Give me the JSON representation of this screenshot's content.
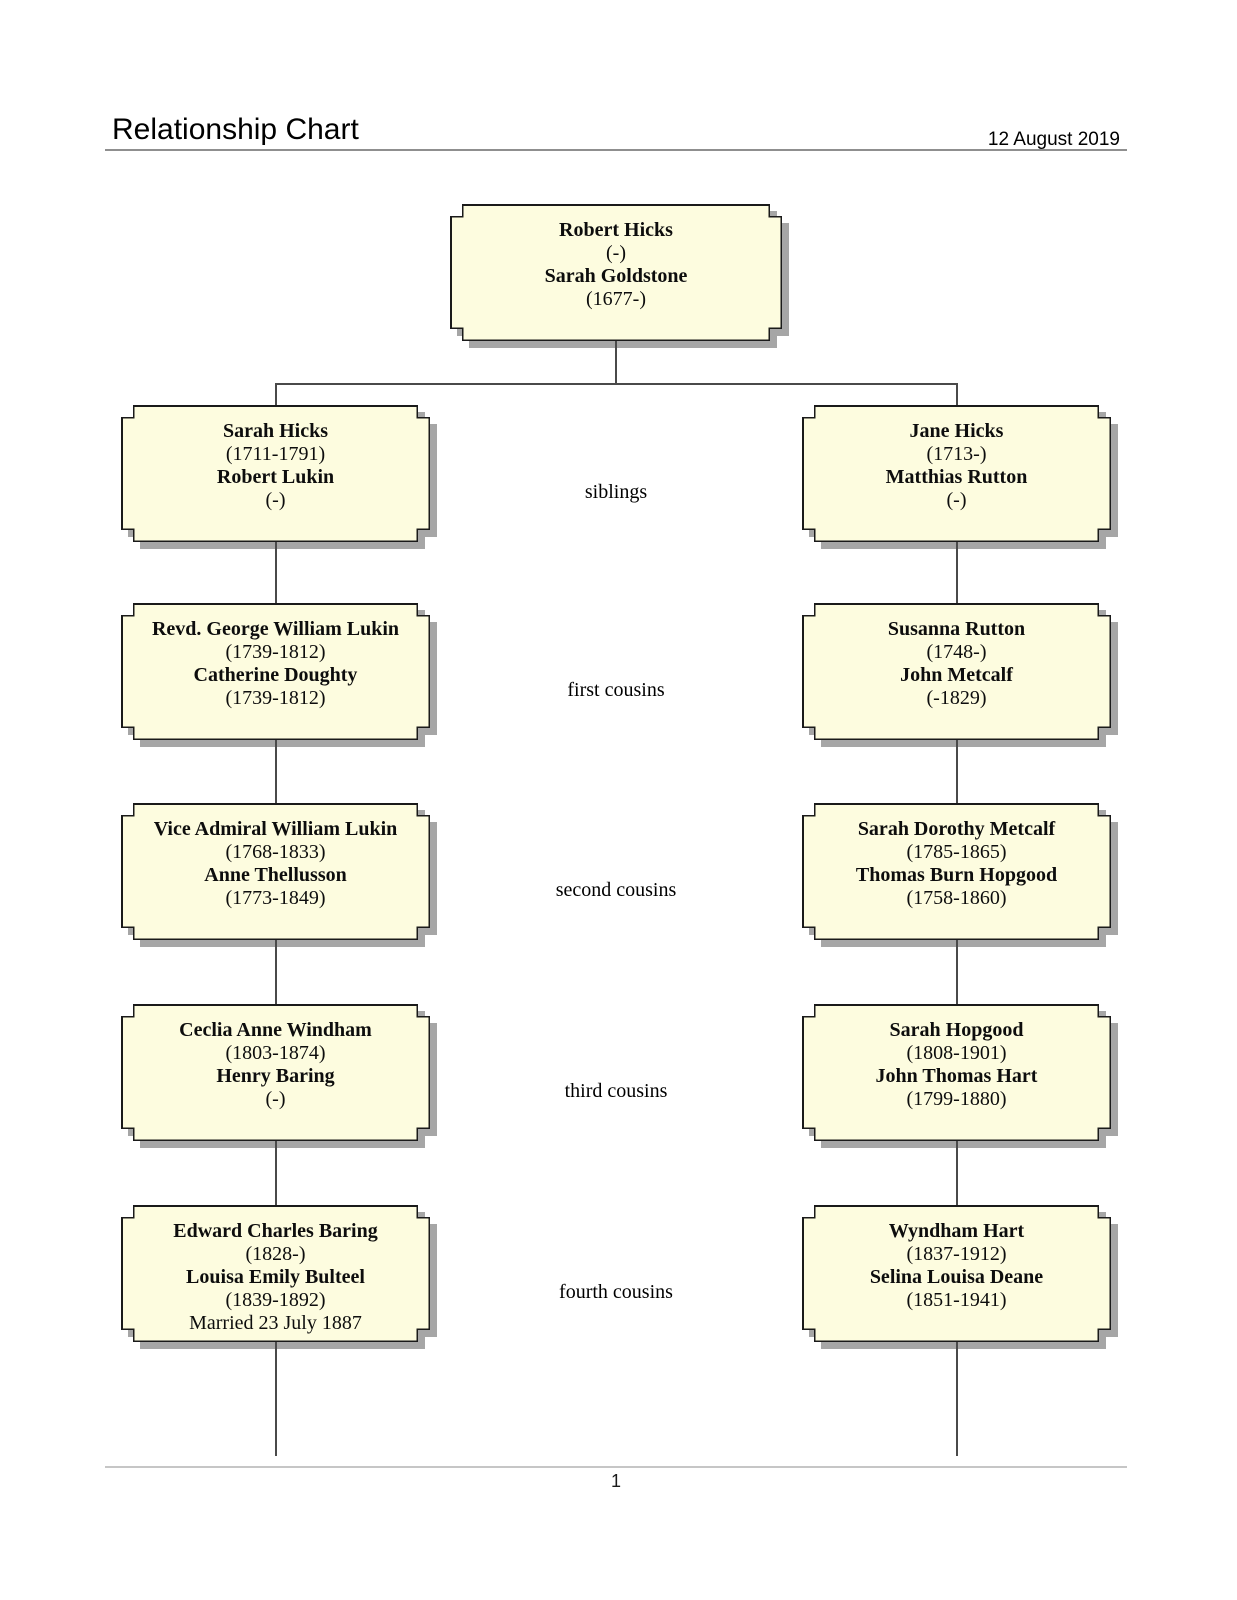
{
  "page": {
    "title": "Relationship Chart",
    "date": "12 August 2019",
    "page_number": "1"
  },
  "colors": {
    "box_fill": "#FDFCDF",
    "box_border": "#1A1A1A",
    "box_shadow": "#A6A6A6",
    "connector": "#4A4A4A"
  },
  "nodes": {
    "root": {
      "name1": "Robert Hicks",
      "dates1": "(-)",
      "name2": "Sarah Goldstone",
      "dates2": "(1677-)"
    },
    "rows": [
      {
        "relationship": "siblings",
        "left": {
          "name1": "Sarah Hicks",
          "dates1": "(1711-1791)",
          "name2": "Robert Lukin",
          "dates2": "(-)"
        },
        "right": {
          "name1": "Jane Hicks",
          "dates1": "(1713-)",
          "name2": "Matthias Rutton",
          "dates2": "(-)"
        }
      },
      {
        "relationship": "first cousins",
        "left": {
          "name1": "Revd. George William Lukin",
          "dates1": "(1739-1812)",
          "name2": "Catherine Doughty",
          "dates2": "(1739-1812)"
        },
        "right": {
          "name1": "Susanna Rutton",
          "dates1": "(1748-)",
          "name2": "John Metcalf",
          "dates2": "(-1829)"
        }
      },
      {
        "relationship": "second cousins",
        "left": {
          "name1": "Vice Admiral William Lukin",
          "dates1": "(1768-1833)",
          "name2": "Anne Thellusson",
          "dates2": "(1773-1849)"
        },
        "right": {
          "name1": "Sarah Dorothy Metcalf",
          "dates1": "(1785-1865)",
          "name2": "Thomas Burn Hopgood",
          "dates2": "(1758-1860)"
        }
      },
      {
        "relationship": "third cousins",
        "left": {
          "name1": "Ceclia Anne Windham",
          "dates1": "(1803-1874)",
          "name2": "Henry Baring",
          "dates2": "(-)"
        },
        "right": {
          "name1": "Sarah Hopgood",
          "dates1": "(1808-1901)",
          "name2": "John Thomas Hart",
          "dates2": "(1799-1880)"
        }
      },
      {
        "relationship": "fourth cousins",
        "left": {
          "name1": "Edward Charles Baring",
          "dates1": "(1828-)",
          "name2": "Louisa Emily Bulteel",
          "dates2": "(1839-1892)",
          "note": "Married 23 July 1887"
        },
        "right": {
          "name1": "Wyndham Hart",
          "dates1": "(1837-1912)",
          "name2": "Selina Louisa Deane",
          "dates2": "(1851-1941)"
        }
      }
    ]
  }
}
